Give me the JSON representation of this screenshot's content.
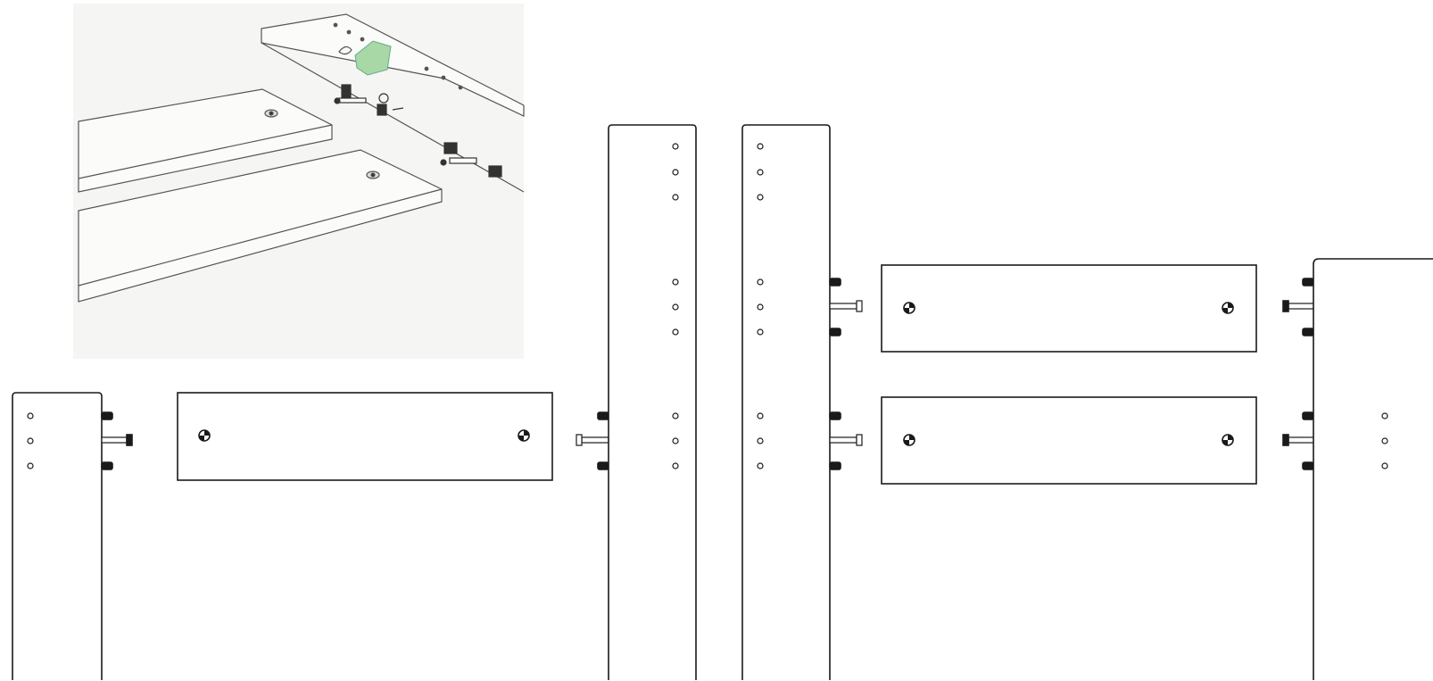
{
  "colors": {
    "background": "#ffffff",
    "inset_background": "#f5f5f3",
    "line": "#1a1a1a",
    "inset_line": "#555555",
    "tool_green": "#a8d8a6"
  },
  "icons": {
    "hole": "open-circle",
    "cam_lock": "quartered-circle",
    "dowel": "cylinder",
    "bolt": "cam-bolt",
    "tool": "allen-key"
  }
}
